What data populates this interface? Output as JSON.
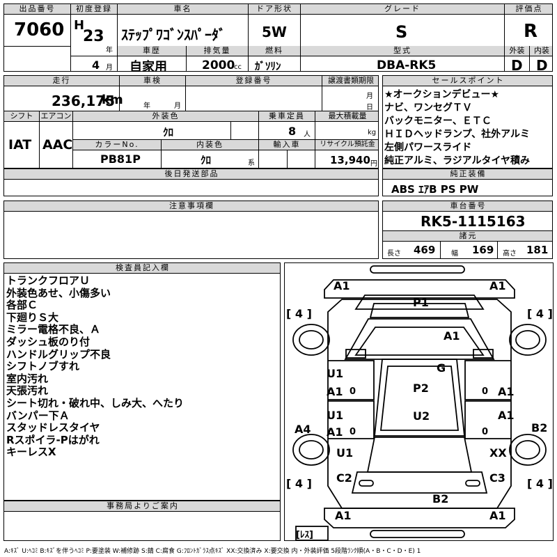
{
  "header": {
    "lot_label": "出品番号",
    "lot_no": "7060",
    "first_reg_label": "初度登録",
    "era": "H",
    "year": "23",
    "year_unit": "年",
    "month": "4",
    "month_unit": "月",
    "name_label": "車名",
    "car_name": "ｽﾃｯﾌﾟﾜｺﾞﾝｽﾊﾟｰﾀﾞ",
    "door_label": "ドア形状",
    "door": "5W",
    "grade_label": "グレード",
    "grade": "S",
    "score_label": "評価点",
    "score": "R",
    "history_label": "車歴",
    "history": "自家用",
    "disp_label": "排気量",
    "disp": "2000",
    "disp_unit": "cc",
    "fuel_label": "燃料",
    "fuel": "ｶﾞｿﾘﾝ",
    "model_label": "型式",
    "model": "DBA-RK5",
    "ext_label": "外装",
    "ext": "D",
    "int_label": "内装",
    "int": "D"
  },
  "row2": {
    "mileage_label": "走行",
    "mileage": "236,175",
    "mileage_unit": "km",
    "inspect_label": "車検",
    "inspect_year": "年",
    "inspect_month": "月",
    "reg_label": "登録番号",
    "transfer_label": "譲渡書類期限",
    "transfer_month": "月",
    "transfer_day": "日",
    "shift_label": "シフト",
    "shift": "IAT",
    "ac_label": "エアコン",
    "ac": "AAC",
    "color_label": "外装色",
    "color": "ｸﾛ",
    "cap_label": "乗車定員",
    "cap": "8",
    "cap_unit": "人",
    "load_label": "最大積載量",
    "load_unit": "kg",
    "colorno_label": "カラーNo.",
    "colorno": "PB81P",
    "intcolor_label": "内装色",
    "intcolor": "ｸﾛ",
    "intcolor_unit": "系",
    "import_label": "輸入車",
    "recycle_label": "リサイクル預託金",
    "recycle": "13,940",
    "recycle_unit": "円"
  },
  "sales": {
    "label": "セールスポイント",
    "lines": [
      "★オークションデビュー★",
      "ナビ、ワンセグＴＶ",
      "バックモニター、ＥＴＣ",
      "ＨＩＤヘッドランプ、社外アルミ",
      "左側パワースライド",
      "純正アルミ、ラジアルタイヤ積み"
    ]
  },
  "parts_label": "後日発送部品",
  "equip": {
    "label": "純正装備",
    "value": "ABS ｴｱB PS PW"
  },
  "notes_label": "注意事項欄",
  "chassis": {
    "label": "車台番号",
    "value": "RK5-1115163"
  },
  "dims": {
    "label": "諸元",
    "len_label": "長さ",
    "len": "469",
    "wid_label": "幅",
    "wid": "169",
    "hgt_label": "高さ",
    "hgt": "181"
  },
  "inspector": {
    "label": "検査員記入欄",
    "lines": [
      "トランクフロアＵ",
      "外装色あせ、小傷多い",
      "各部Ｃ",
      "下廻りＳ大",
      "ミラー電格不良、Ａ",
      "ダッシュ板のり付",
      "ハンドルグリップ不良",
      "シフトノブすれ",
      "室内汚れ",
      "天張汚れ",
      "シート切れ・破れ中、しみ大、へたり",
      "バンパー下Ａ",
      "スタッドレスタイヤ",
      "Rスポイラ-Pはがれ",
      "キーレスX"
    ]
  },
  "office_label": "事務局よりご案内",
  "diagram": {
    "front_l": "A1",
    "front_r": "A1",
    "tire_fl": "[ 4 ]",
    "tire_fr": "[ 4 ]",
    "tire_rl": "[ 4 ]",
    "tire_rr": "[ 4 ]",
    "spare": "[ﾚｽ]",
    "hood": "P1",
    "bonnet": "A1",
    "windshield": "G",
    "door_fl_1": "U1",
    "door_fl_2": "A1",
    "door_fr": "A1",
    "door_rl_1": "U1",
    "door_rl_2": "A1",
    "door_rr": "A1",
    "fender_l": "A4",
    "fender_r": "B2",
    "roof_1": "P2",
    "roof_2": "U2",
    "qtr_l": "U1",
    "qtr_r": "XX",
    "rear_l": "C2",
    "rear_r": "C3",
    "tail": "B2",
    "bumper_l": "A1",
    "bumper_r": "A1",
    "zero": "0"
  },
  "legend": "A:ｷｽﾞ U:ﾍｺﾐ B:ｷｽﾞを伴うﾍｺﾐ P:要塗装 W:補修跡 S:錆 C:腐食 G:ﾌﾛﾝﾄｶﾞﾗｽ点ｷｽﾞ XX:交換済み X:要交換 内・外装評価 5段階ﾗﾝｸ順(A・B・C・D・E) 1"
}
